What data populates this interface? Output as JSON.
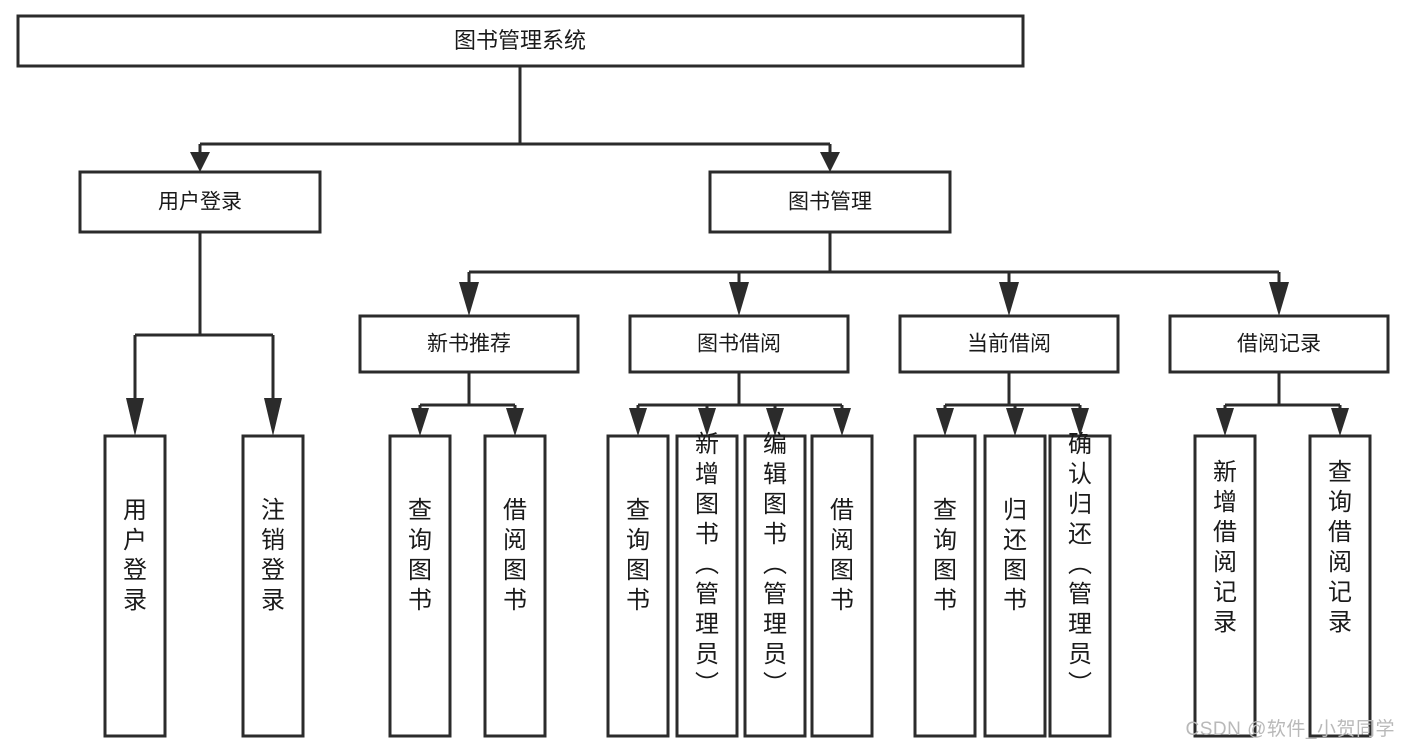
{
  "diagram": {
    "type": "tree",
    "title": "图书管理系统",
    "orientation": "top-down",
    "colors": {
      "stroke": "#2b2b2b",
      "fill": "#ffffff",
      "text": "#1a1a1a",
      "watermark": "#b9b9b9",
      "background": "#ffffff"
    },
    "root": {
      "label": "图书管理系统"
    },
    "level2": [
      {
        "label": "用户登录"
      },
      {
        "label": "图书管理"
      }
    ],
    "level3": [
      {
        "label": "新书推荐"
      },
      {
        "label": "图书借阅"
      },
      {
        "label": "当前借阅"
      },
      {
        "label": "借阅记录"
      }
    ],
    "leaves": {
      "user_login": [
        {
          "label": "用户登录"
        },
        {
          "label": "注销登录"
        }
      ],
      "new_book_recommend": [
        {
          "label": "查询图书"
        },
        {
          "label": "借阅图书"
        }
      ],
      "book_borrow": [
        {
          "label": "查询图书"
        },
        {
          "label": "新增图书（管理员）"
        },
        {
          "label": "编辑图书（管理员）"
        },
        {
          "label": "借阅图书"
        }
      ],
      "current_borrow": [
        {
          "label": "查询图书"
        },
        {
          "label": "归还图书"
        },
        {
          "label": "确认归还（管理员）"
        }
      ],
      "borrow_record": [
        {
          "label": "新增借阅记录"
        },
        {
          "label": "查询借阅记录"
        }
      ]
    }
  },
  "watermark": {
    "text": "CSDN @软件_小贺同学"
  }
}
